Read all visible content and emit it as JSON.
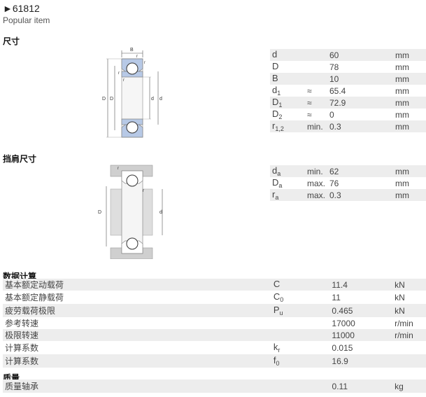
{
  "header": {
    "arrow": "►",
    "title": "61812",
    "subtitle": "Popular item"
  },
  "sections": {
    "dimensions": "尺寸",
    "abutment": "挡肩尺寸",
    "calculation": "数据计算",
    "mass": "质量"
  },
  "drawing1_labels": {
    "B": "B",
    "r1a": "r",
    "r1b": "r",
    "r2a": "r",
    "r2b": "r",
    "D": "D",
    "D1": "D",
    "d": "d",
    "d1": "d"
  },
  "drawing2_labels": {
    "ra_top": "r",
    "ra_inner": "r",
    "Da": "D",
    "da": "d"
  },
  "dimensions": [
    {
      "sym": "d",
      "sub": "",
      "qual": "",
      "value": "60",
      "unit": "mm"
    },
    {
      "sym": "D",
      "sub": "",
      "qual": "",
      "value": "78",
      "unit": "mm"
    },
    {
      "sym": "B",
      "sub": "",
      "qual": "",
      "value": "10",
      "unit": "mm"
    },
    {
      "sym": "d",
      "sub": "1",
      "qual": "≈",
      "value": "65.4",
      "unit": "mm"
    },
    {
      "sym": "D",
      "sub": "1",
      "qual": "≈",
      "value": "72.9",
      "unit": "mm"
    },
    {
      "sym": "D",
      "sub": "2",
      "qual": "≈",
      "value": "0",
      "unit": "mm"
    },
    {
      "sym": "r",
      "sub": "1,2",
      "qual": "min.",
      "value": "0.3",
      "unit": "mm"
    }
  ],
  "abutment": [
    {
      "sym": "d",
      "sub": "a",
      "qual": "min.",
      "value": "62",
      "unit": "mm"
    },
    {
      "sym": "D",
      "sub": "a",
      "qual": "max.",
      "value": "76",
      "unit": "mm"
    },
    {
      "sym": "r",
      "sub": "a",
      "qual": "max.",
      "value": "0.3",
      "unit": "mm"
    }
  ],
  "calculation": [
    {
      "label": "基本额定动载荷",
      "sym": "C",
      "sub": "",
      "value": "11.4",
      "unit": "kN"
    },
    {
      "label": "基本额定静载荷",
      "sym": "C",
      "sub": "0",
      "value": "11",
      "unit": "kN"
    },
    {
      "label": "疲劳载荷极限",
      "sym": "P",
      "sub": "u",
      "value": "0.465",
      "unit": "kN"
    },
    {
      "label": "参考转速",
      "sym": "",
      "sub": "",
      "value": "17000",
      "unit": "r/min"
    },
    {
      "label": "极限转速",
      "sym": "",
      "sub": "",
      "value": "11000",
      "unit": "r/min"
    },
    {
      "label": "计算系数",
      "sym": "k",
      "sub": "r",
      "value": "0.015",
      "unit": ""
    },
    {
      "label": "计算系数",
      "sym": "f",
      "sub": "0",
      "value": "16.9",
      "unit": ""
    }
  ],
  "mass": [
    {
      "label": "质量轴承",
      "sym": "",
      "sub": "",
      "value": "0.11",
      "unit": "kg"
    }
  ]
}
